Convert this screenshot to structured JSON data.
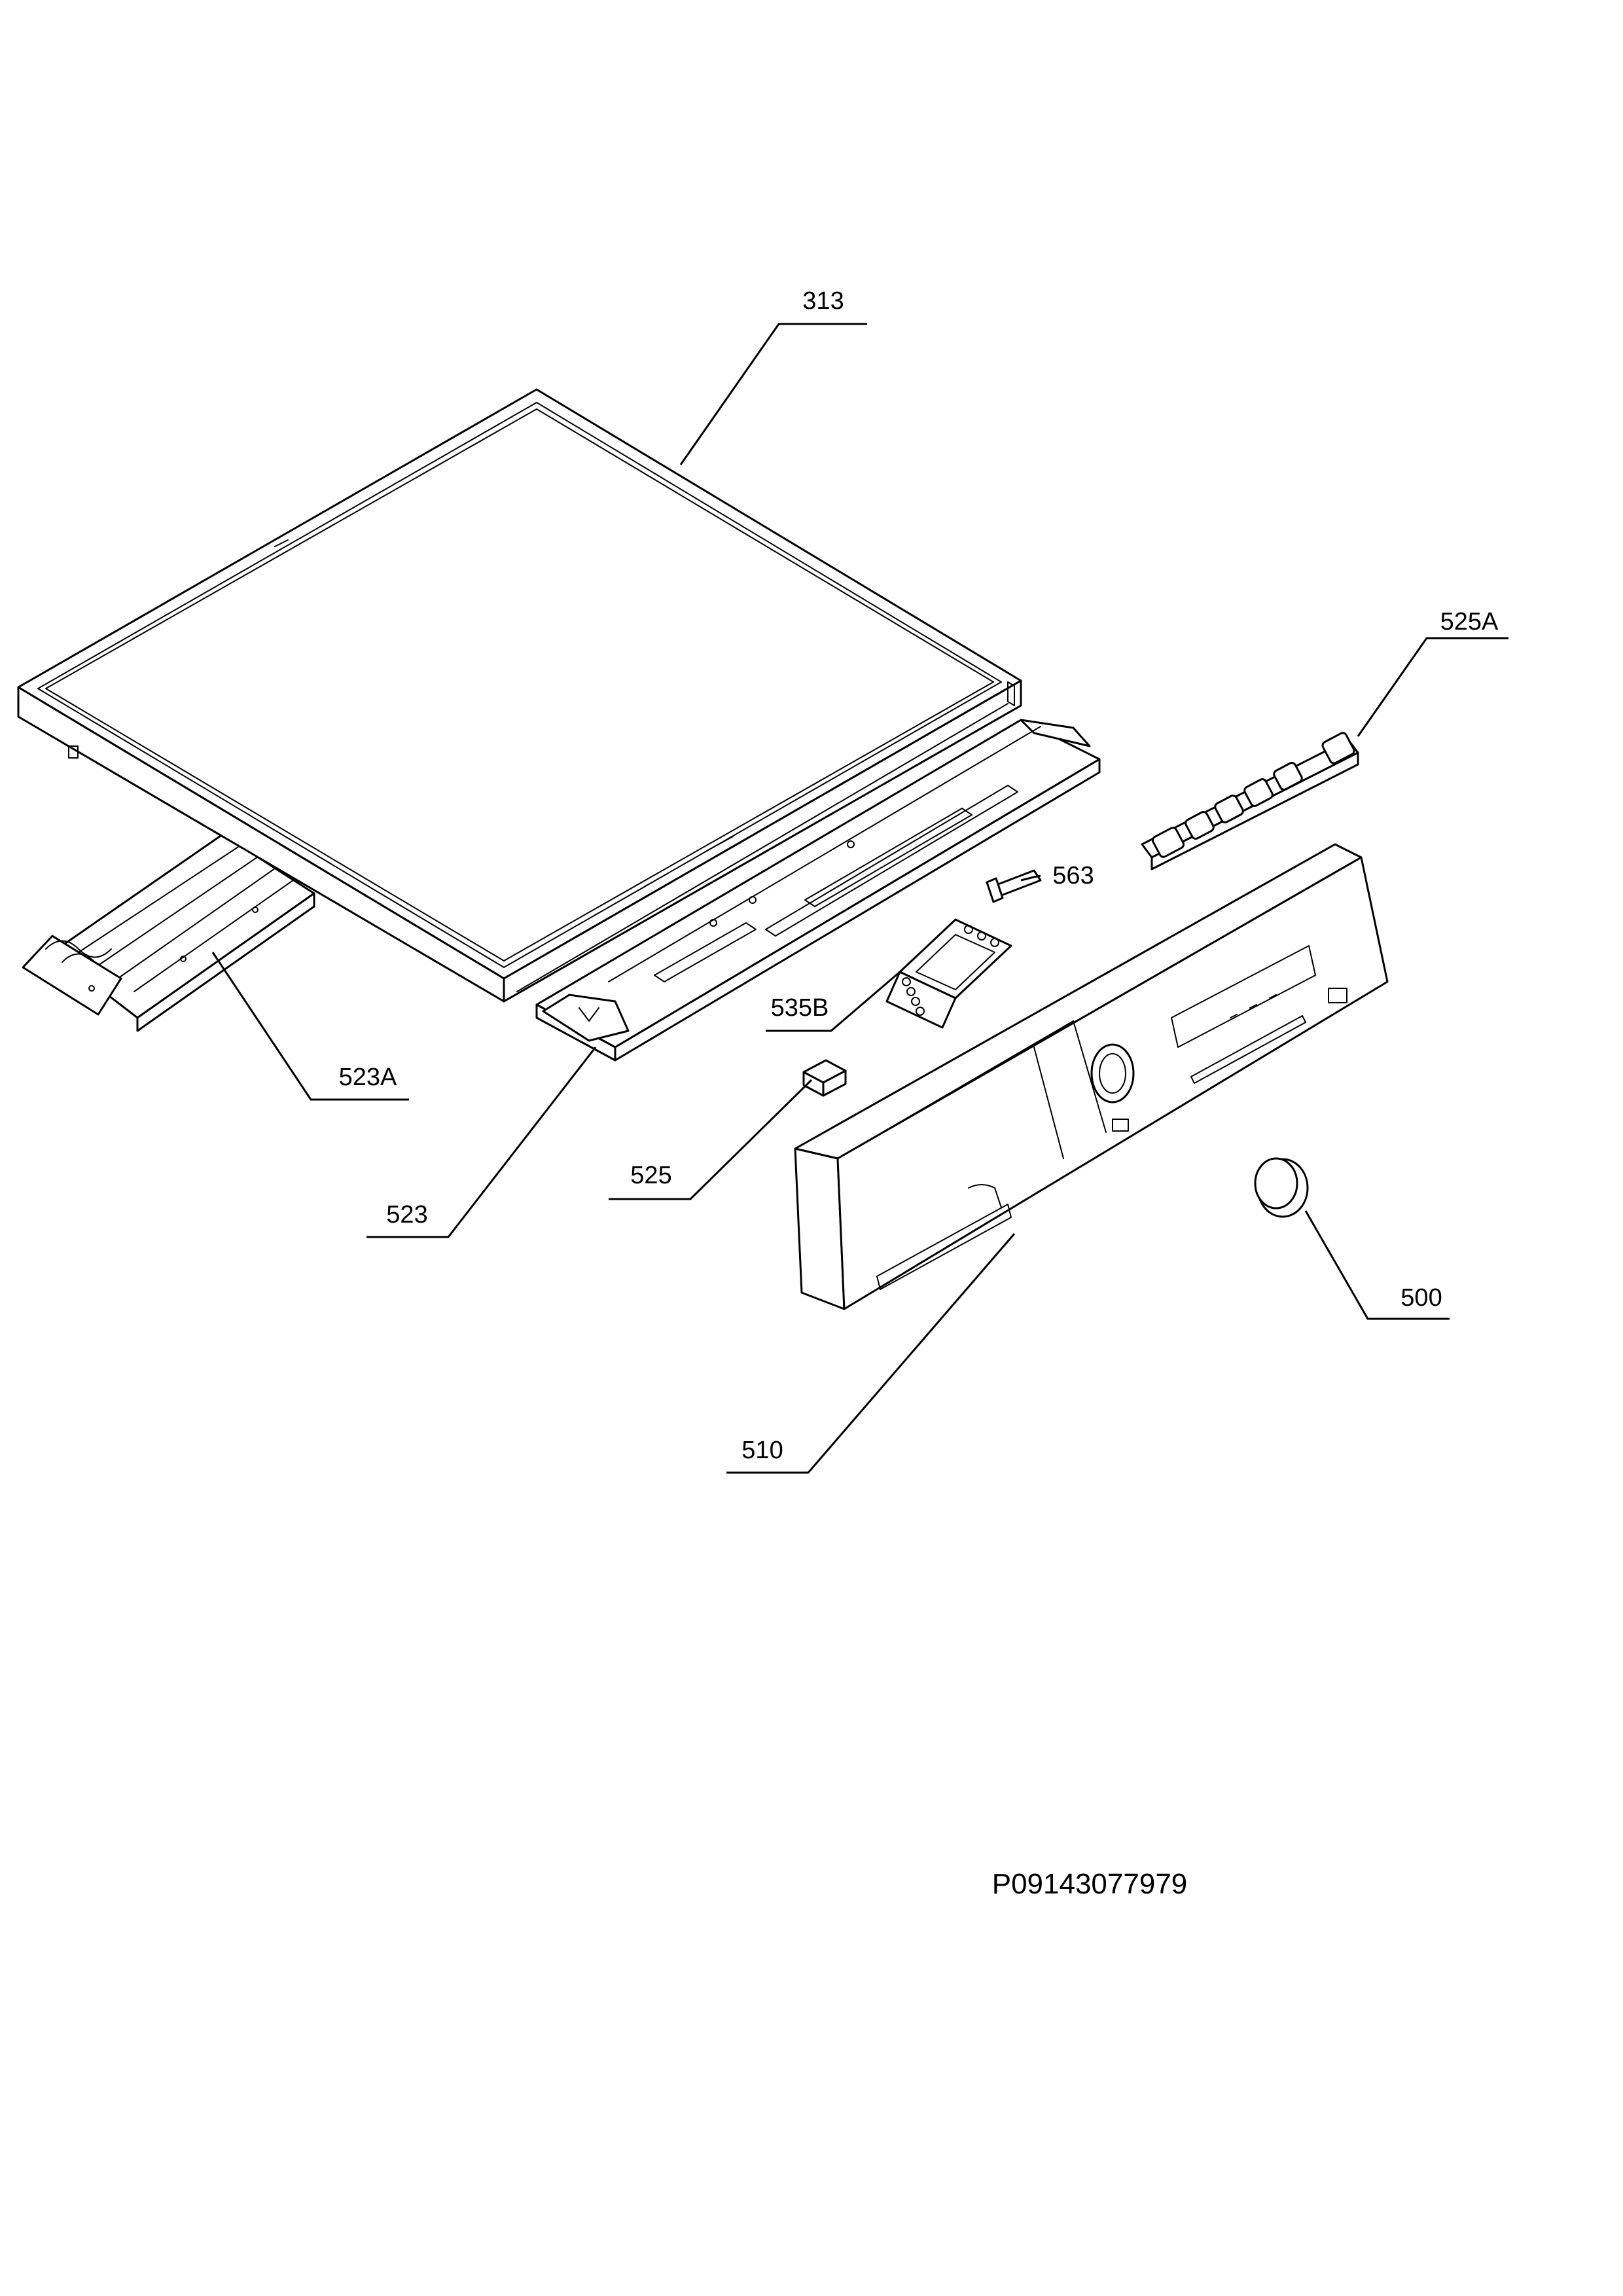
{
  "diagram": {
    "colors": {
      "line": "#000000",
      "background": "#ffffff"
    },
    "callouts": {
      "c313": "313",
      "c525A": "525A",
      "c563": "563",
      "c535B": "535B",
      "c523A": "523A",
      "c525": "525",
      "c523": "523",
      "c500": "500",
      "c510": "510"
    },
    "document_number": "P09143077979"
  }
}
